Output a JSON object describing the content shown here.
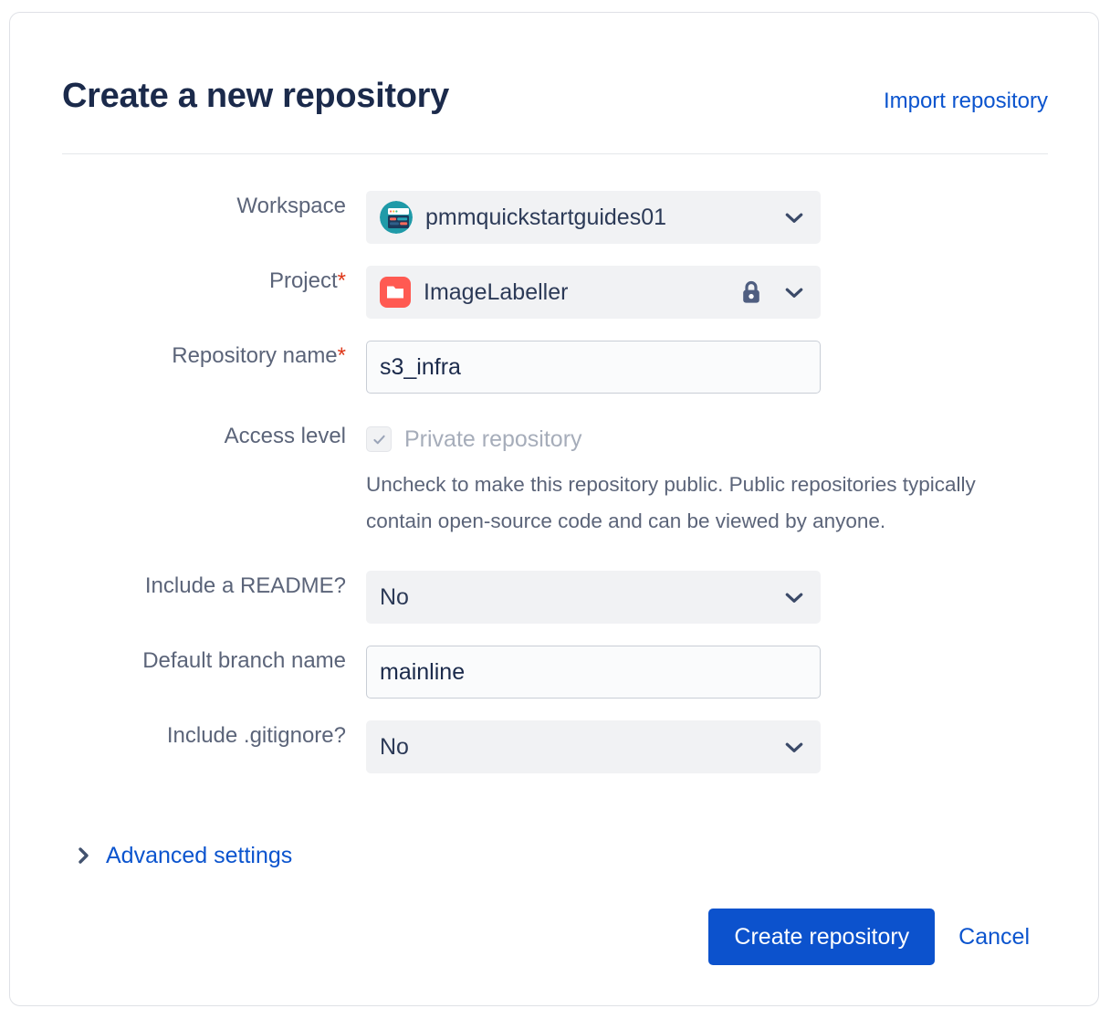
{
  "header": {
    "title": "Create a new repository",
    "import_link": "Import repository"
  },
  "form": {
    "workspace": {
      "label": "Workspace",
      "value": "pmmquickstartguides01",
      "avatar_icon": "workspace-avatar-icon",
      "avatar_colors": {
        "circle": "#1f9aa8",
        "panel": "#ffffff",
        "accent": "#1b3a5c"
      },
      "chevron_icon": "chevron-down-icon"
    },
    "project": {
      "label": "Project",
      "required_marker": "*",
      "value": "ImageLabeller",
      "avatar_icon": "project-folder-icon",
      "avatar_color": "#ff5a52",
      "lock_icon": "lock-icon",
      "lock_color": "#4f5e80",
      "chevron_icon": "chevron-down-icon"
    },
    "repository_name": {
      "label": "Repository name",
      "required_marker": "*",
      "value": "s3_infra",
      "placeholder": ""
    },
    "access_level": {
      "label": "Access level",
      "checkbox_label": "Private repository",
      "checked": true,
      "disabled": true,
      "check_icon": "checkmark-icon",
      "help_text": "Uncheck to make this repository public. Public repositories typically contain open-source code and can be viewed by anyone."
    },
    "include_readme": {
      "label": "Include a README?",
      "value": "No",
      "chevron_icon": "chevron-down-icon"
    },
    "default_branch": {
      "label": "Default branch name",
      "value": "mainline",
      "placeholder": ""
    },
    "include_gitignore": {
      "label": "Include .gitignore?",
      "value": "No",
      "chevron_icon": "chevron-down-icon"
    },
    "advanced_settings": {
      "label": "Advanced settings",
      "chevron_icon": "chevron-right-icon",
      "expanded": false
    }
  },
  "footer": {
    "submit_label": "Create repository",
    "cancel_label": "Cancel"
  },
  "colors": {
    "link": "#0b54ce",
    "primary_button": "#0c52cd",
    "required_asterisk": "#de3618",
    "label_text": "#5b6479",
    "value_text": "#1b2a4b",
    "select_background": "#f1f2f4",
    "card_border": "#dfe1e6"
  }
}
